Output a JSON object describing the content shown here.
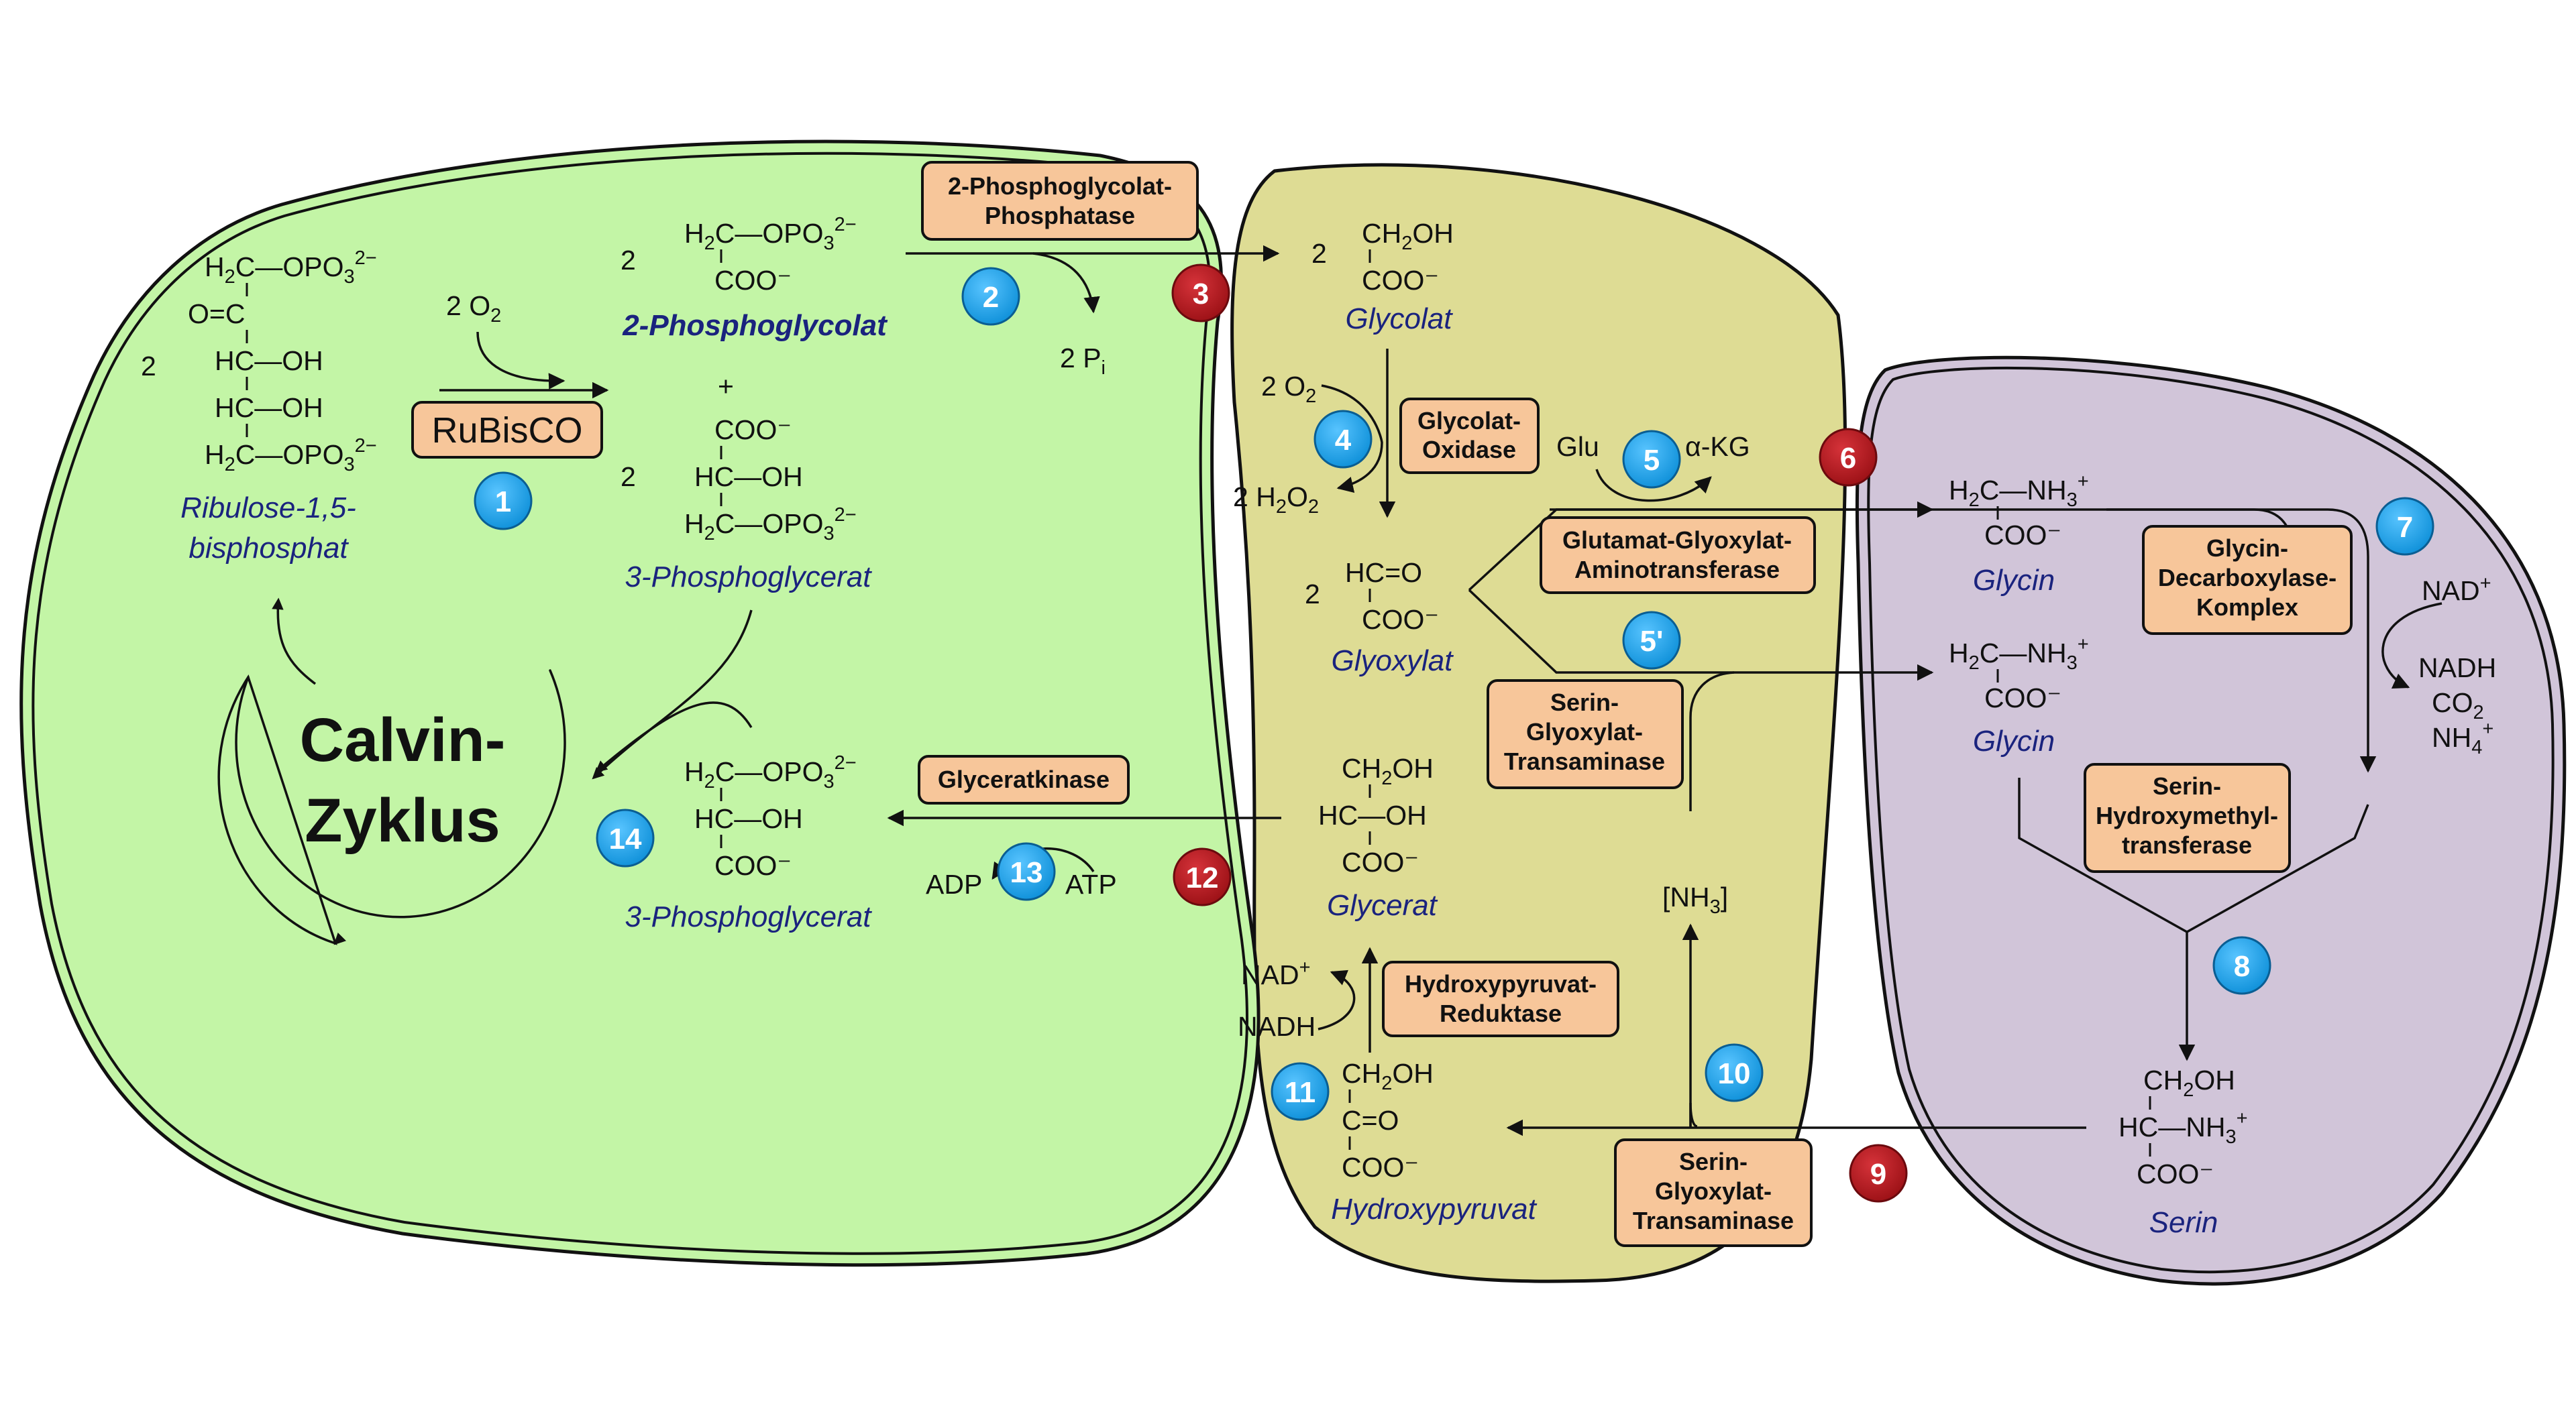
{
  "colors": {
    "chloroplast": "#c3f5a6",
    "peroxisome": "#dedc94",
    "mitochondrion": "#d1c5d9",
    "enzyme_box": "#f7c69a",
    "step_blue": "#1aa0ea",
    "step_red": "#b3161c",
    "compound_label": "#1a237e"
  },
  "cycle": {
    "title_line1": "Calvin-",
    "title_line2": "Zyklus"
  },
  "rubisco": {
    "label": "RuBisCO",
    "o2": "2 O",
    "o2_sub": "2"
  },
  "compounds": {
    "rubp": {
      "coef": "2",
      "label_line1": "Ribulose-1,5-",
      "label_line2": "bisphosphat",
      "l1_pre": "H",
      "l1_sub": "2",
      "l1_mid": "C—OPO",
      "l1_sub2": "3",
      "l1_sup": "2−",
      "l2": "O=C",
      "l3": "HC—OH",
      "l4": "HC—OH",
      "l5_pre": "H",
      "l5_sub": "2",
      "l5_mid": "C—OPO",
      "l5_sub2": "3",
      "l5_sup": "2−"
    },
    "pg2": {
      "coef": "2",
      "label": "2-Phosphoglycolat",
      "l1_pre": "H",
      "l1_sub": "2",
      "l1_mid": "C—OPO",
      "l1_sub2": "3",
      "l1_sup": "2−",
      "l2": "COO⁻"
    },
    "pga_top": {
      "plus": "+",
      "coef": "2",
      "label": "3-Phosphoglycerat",
      "l1": "COO⁻",
      "l2": "HC—OH",
      "l3_pre": "H",
      "l3_sub": "2",
      "l3_mid": "C—OPO",
      "l3_sub2": "3",
      "l3_sup": "2−"
    },
    "pga_bottom": {
      "label": "3-Phosphoglycerat",
      "l1_pre": "H",
      "l1_sub": "2",
      "l1_mid": "C—OPO",
      "l1_sub2": "3",
      "l1_sup": "2−",
      "l2": "HC—OH",
      "l3": "COO⁻"
    },
    "glycolat": {
      "coef": "2",
      "label": "Glycolat",
      "l1_pre": "CH",
      "l1_sub": "2",
      "l1_post": "OH",
      "l2": "COO⁻"
    },
    "glyoxylat": {
      "coef": "2",
      "label": "Glyoxylat",
      "l1": "HC=O",
      "l2": "COO⁻"
    },
    "glycerat": {
      "label": "Glycerat",
      "l1_pre": "CH",
      "l1_sub": "2",
      "l1_post": "OH",
      "l2": "HC—OH",
      "l3": "COO⁻"
    },
    "hydroxypyruvat": {
      "label": "Hydroxypyruvat",
      "l1_pre": "CH",
      "l1_sub": "2",
      "l1_post": "OH",
      "l2": "C=O",
      "l3": "COO⁻"
    },
    "glycin1": {
      "label": "Glycin",
      "l1_pre": "H",
      "l1_sub": "2",
      "l1_mid": "C—NH",
      "l1_sub2": "3",
      "l1_sup": "+",
      "l2": "COO⁻"
    },
    "glycin2": {
      "label": "Glycin",
      "l1_pre": "H",
      "l1_sub": "2",
      "l1_mid": "C—NH",
      "l1_sub2": "3",
      "l1_sup": "+",
      "l2": "COO⁻"
    },
    "serin": {
      "label": "Serin",
      "l1_pre": "CH",
      "l1_sub": "2",
      "l1_post": "OH",
      "l2_pre": "HC—NH",
      "l2_sub": "3",
      "l2_sup": "+",
      "l3": "COO⁻"
    }
  },
  "cofactors": {
    "pi_2": "2 P",
    "pi_sub": "i",
    "o2_4": "2 O",
    "o2_4_sub": "2",
    "h2o2": "2 H",
    "h2o2_sub1": "2",
    "h2o2_mid": "O",
    "h2o2_sub2": "2",
    "glu": "Glu",
    "akg": "α-KG",
    "nad_gdc": "NAD",
    "nad_gdc_sup": "+",
    "nadh_gdc": "NADH",
    "co2": "CO",
    "co2_sub": "2",
    "nh4": "NH",
    "nh4_sub": "4",
    "nh4_sup": "+",
    "nh3_pre": "[NH",
    "nh3_sub": "3",
    "nh3_post": "]",
    "adp": "ADP",
    "atp": "ATP",
    "nad_hpr": "NAD",
    "nad_hpr_sup": "+",
    "nadh_hpr": "NADH"
  },
  "enzymes": {
    "pgp": [
      "2-Phosphoglycolat-",
      "Phosphatase"
    ],
    "go": [
      "Glycolat-",
      "Oxidase"
    ],
    "ggat": [
      "Glutamat-Glyoxylat-",
      "Aminotransferase"
    ],
    "sgat_top": [
      "Serin-",
      "Glyoxylat-",
      "Transaminase"
    ],
    "gdc": [
      "Glycin-",
      "Decarboxylase-",
      "Komplex"
    ],
    "shmt": [
      "Serin-",
      "Hydroxymethyl-",
      "transferase"
    ],
    "sgat_bottom": [
      "Serin-",
      "Glyoxylat-",
      "Transaminase"
    ],
    "hpr": [
      "Hydroxypyruvat-",
      "Reduktase"
    ],
    "glyk": [
      "Glyceratkinase"
    ]
  },
  "steps": {
    "s1": "1",
    "s2": "2",
    "s3": "3",
    "s4": "4",
    "s5": "5",
    "s5p": "5'",
    "s6": "6",
    "s7": "7",
    "s8": "8",
    "s9": "9",
    "s10": "10",
    "s11": "11",
    "s12": "12",
    "s13": "13",
    "s14": "14"
  }
}
